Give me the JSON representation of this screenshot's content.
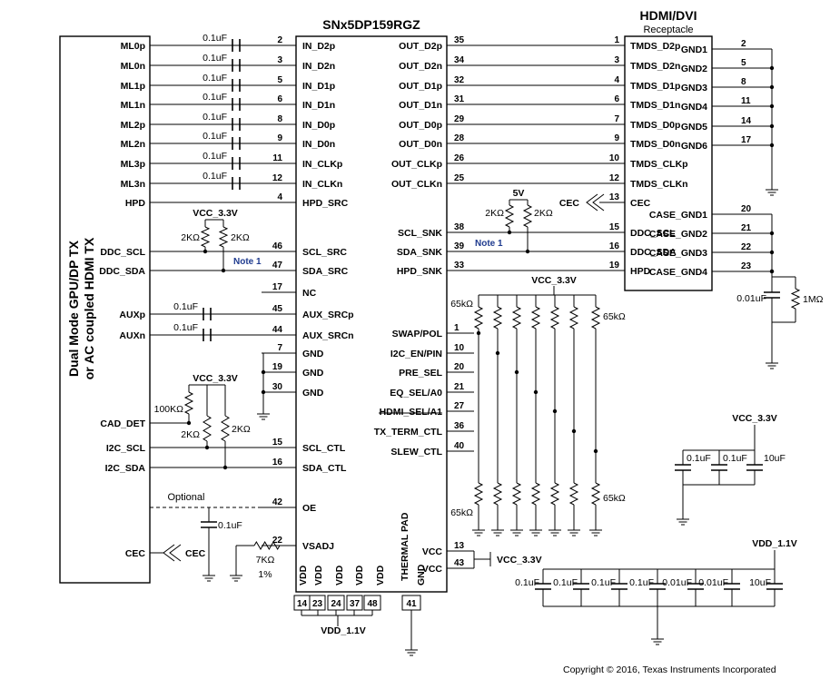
{
  "ic": {
    "part": "SNx5DP159RGZ",
    "left_pins": [
      {
        "num": "2",
        "name": "IN_D2p",
        "net": "ML0p",
        "comp": "0.1uF"
      },
      {
        "num": "3",
        "name": "IN_D2n",
        "net": "ML0n",
        "comp": "0.1uF"
      },
      {
        "num": "5",
        "name": "IN_D1p",
        "net": "ML1p",
        "comp": "0.1uF"
      },
      {
        "num": "6",
        "name": "IN_D1n",
        "net": "ML1n",
        "comp": "0.1uF"
      },
      {
        "num": "8",
        "name": "IN_D0p",
        "net": "ML2p",
        "comp": "0.1uF"
      },
      {
        "num": "9",
        "name": "IN_D0n",
        "net": "ML2n",
        "comp": "0.1uF"
      },
      {
        "num": "11",
        "name": "IN_CLKp",
        "net": "ML3p",
        "comp": "0.1uF"
      },
      {
        "num": "12",
        "name": "IN_CLKn",
        "net": "ML3n",
        "comp": "0.1uF"
      },
      {
        "num": "4",
        "name": "HPD_SRC",
        "net": "HPD",
        "comp": ""
      },
      {
        "num": "46",
        "name": "SCL_SRC",
        "net": "DDC_SCL",
        "comp": ""
      },
      {
        "num": "47",
        "name": "SDA_SRC",
        "net": "DDC_SDA",
        "comp": ""
      },
      {
        "num": "17",
        "name": "NC",
        "net": "",
        "comp": ""
      },
      {
        "num": "45",
        "name": "AUX_SRCp",
        "net": "AUXp",
        "comp": "0.1uF"
      },
      {
        "num": "44",
        "name": "AUX_SRCn",
        "net": "AUXn",
        "comp": "0.1uF"
      },
      {
        "num": "7",
        "name": "GND",
        "net": "",
        "comp": ""
      },
      {
        "num": "19",
        "name": "GND",
        "net": "",
        "comp": ""
      },
      {
        "num": "30",
        "name": "GND",
        "net": "",
        "comp": ""
      },
      {
        "num": "15",
        "name": "SCL_CTL",
        "net": "I2C_SCL",
        "comp": ""
      },
      {
        "num": "16",
        "name": "SDA_CTL",
        "net": "I2C_SDA",
        "comp": ""
      },
      {
        "num": "42",
        "name": "OE",
        "net": "",
        "comp": ""
      },
      {
        "num": "22",
        "name": "VSADJ",
        "net": "",
        "comp": ""
      }
    ],
    "right_pins": [
      {
        "num": "35",
        "name": "OUT_D2p"
      },
      {
        "num": "34",
        "name": "OUT_D2n"
      },
      {
        "num": "32",
        "name": "OUT_D1p"
      },
      {
        "num": "31",
        "name": "OUT_D1n"
      },
      {
        "num": "29",
        "name": "OUT_D0p"
      },
      {
        "num": "28",
        "name": "OUT_D0n"
      },
      {
        "num": "26",
        "name": "OUT_CLKp"
      },
      {
        "num": "25",
        "name": "OUT_CLKn"
      },
      {
        "num": "38",
        "name": "SCL_SNK"
      },
      {
        "num": "39",
        "name": "SDA_SNK"
      },
      {
        "num": "33",
        "name": "HPD_SNK"
      },
      {
        "num": "1",
        "name": "SWAP/POL"
      },
      {
        "num": "10",
        "name": "I2C_EN/PIN"
      },
      {
        "num": "20",
        "name": "PRE_SEL"
      },
      {
        "num": "21",
        "name": "EQ_SEL/A0"
      },
      {
        "num": "27",
        "name": "HDMI_SEL/A1"
      },
      {
        "num": "36",
        "name": "TX_TERM_CTL"
      },
      {
        "num": "40",
        "name": "SLEW_CTL"
      },
      {
        "num": "13",
        "name": "VCC"
      },
      {
        "num": "43",
        "name": "VCC"
      }
    ],
    "bottom_pins": [
      {
        "num": "14",
        "name": "VDD"
      },
      {
        "num": "23",
        "name": "VDD"
      },
      {
        "num": "24",
        "name": "VDD"
      },
      {
        "num": "37",
        "name": "VDD"
      },
      {
        "num": "48",
        "name": "VDD"
      },
      {
        "num": "",
        "name": "THERMAL PAD"
      },
      {
        "num": "41",
        "name": "GND"
      }
    ]
  },
  "source": {
    "title_line1": "Dual Mode GPU/DP TX",
    "title_line2": "or AC coupled HDMI TX",
    "cad_det": "CAD_DET",
    "cec": "CEC"
  },
  "connector": {
    "title": "HDMI/DVI",
    "subtitle": "Receptacle",
    "left_pins": [
      {
        "num": "1",
        "name": "TMDS_D2p"
      },
      {
        "num": "3",
        "name": "TMDS_D2n"
      },
      {
        "num": "4",
        "name": "TMDS_D1p"
      },
      {
        "num": "6",
        "name": "TMDS_D1n"
      },
      {
        "num": "7",
        "name": "TMDS_D0p"
      },
      {
        "num": "9",
        "name": "TMDS_D0n"
      },
      {
        "num": "10",
        "name": "TMDS_CLKp"
      },
      {
        "num": "12",
        "name": "TMDS_CLKn"
      },
      {
        "num": "13",
        "name": "CEC"
      },
      {
        "num": "15",
        "name": "DDC_SCL"
      },
      {
        "num": "16",
        "name": "DDC_SDA"
      },
      {
        "num": "19",
        "name": "HPD"
      }
    ],
    "right_pins": [
      {
        "num": "2",
        "name": "GND1"
      },
      {
        "num": "5",
        "name": "GND2"
      },
      {
        "num": "8",
        "name": "GND3"
      },
      {
        "num": "11",
        "name": "GND4"
      },
      {
        "num": "14",
        "name": "GND5"
      },
      {
        "num": "17",
        "name": "GND6"
      },
      {
        "num": "20",
        "name": "CASE_GND1"
      },
      {
        "num": "21",
        "name": "CASE_GND2"
      },
      {
        "num": "22",
        "name": "CASE_GND3"
      },
      {
        "num": "23",
        "name": "CASE_GND4"
      }
    ]
  },
  "labels": {
    "vcc33": "VCC_3.3V",
    "vdd11": "VDD_1.1V",
    "v5": "5V",
    "r2k": "2KΩ",
    "r100k": "100KΩ",
    "r65k": "65kΩ",
    "r65k_cap": "65KΩ",
    "r1m": "1MΩ",
    "r7k": "7KΩ",
    "r7k_tol": "1%",
    "c01": "0.1uF",
    "c001": "0.01uF",
    "c10": "10uF",
    "c001_case": "0.01uF",
    "note1": "Note 1",
    "optional": "Optional",
    "cec": "CEC"
  },
  "copyright": "Copyright © 2016, Texas Instruments Incorporated"
}
